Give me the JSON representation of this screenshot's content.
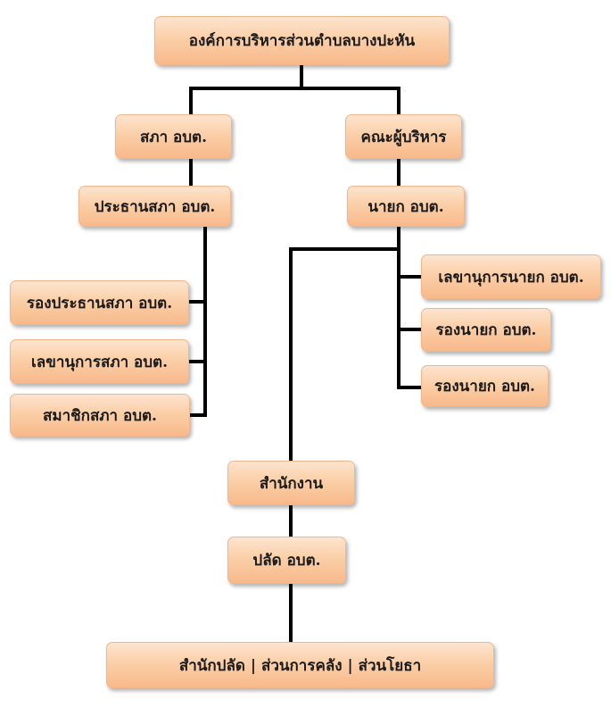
{
  "org": {
    "root": "องค์การบริหารส่วนตำบลบางปะหัน",
    "council": "สภา อบต.",
    "executive": "คณะผู้บริหาร",
    "council_chair": "ประธานสภา อบต.",
    "mayor": "นายก อบต.",
    "vice_council_chair": "รองประธานสภา อบต.",
    "council_secretary": "เลขานุการสภา อบต.",
    "council_member": "สมาชิกสภา อบต.",
    "mayor_secretary": "เลขานุการนายก อบต.",
    "vice_mayor_1": "รองนายก อบต.",
    "vice_mayor_2": "รองนายก อบต.",
    "office": "สำนักงาน",
    "clerk": "ปลัด อบต.",
    "divisions": "สำนักปลัด | ส่วนการคลัง | ส่วนโยธา"
  }
}
